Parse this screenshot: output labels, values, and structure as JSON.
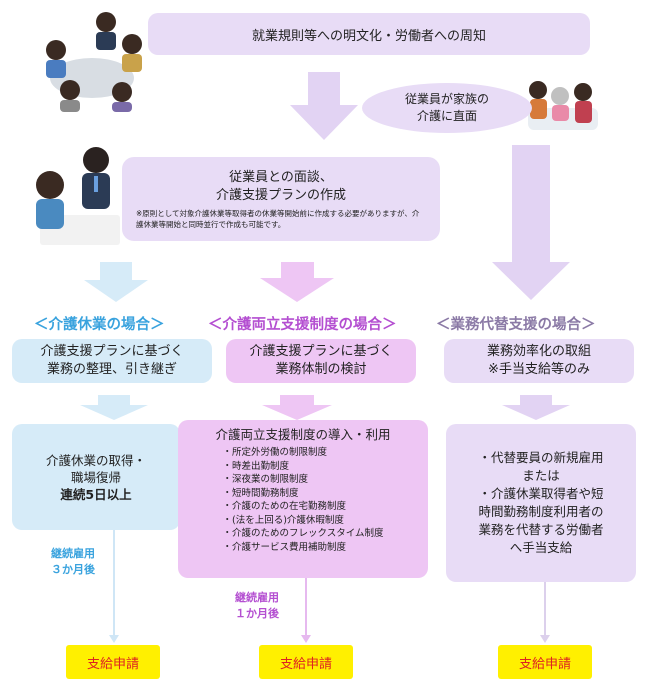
{
  "colors": {
    "lavender": "#e8dcf6",
    "light_blue": "#d6ebf8",
    "pink": "#eec6f4",
    "heading_blue": "#3aa3de",
    "heading_purple": "#b44fd1",
    "pay_yellow": "#fff000",
    "pay_text_red": "#dd2222"
  },
  "top_banner": {
    "text": "就業規則等への明文化・労働者への周知"
  },
  "trigger": {
    "line1": "従業員が家族の",
    "line2": "介護に直面"
  },
  "interview": {
    "line1": "従業員との面談、",
    "line2": "介護支援プランの作成",
    "note": "※原則として対象介護休業等取得者の休業等開始前に作成する必要がありますが、介護休業等開始と同時並行で作成も可能です。"
  },
  "columns": [
    {
      "heading": "＜介護休業の場合＞",
      "mid_line1": "介護支援プランに基づく",
      "mid_line2": "業務の整理、引き継ぎ",
      "bottom_line1": "介護休業の取得・",
      "bottom_line2": "職場復帰",
      "bottom_line3": "連続5日以上",
      "continue_line1": "継続雇用",
      "continue_line2": "３か月後",
      "pay": "支給申請"
    },
    {
      "heading": "＜介護両立支援制度の場合＞",
      "mid_line1": "介護支援プランに基づく",
      "mid_line2": "業務体制の検討",
      "bottom_title": "介護両立支援制度の導入・利用",
      "systems": [
        "・所定外労働の制限制度",
        "・時差出勤制度",
        "・深夜業の制限制度",
        "・短時間勤務制度",
        "・介護のための在宅勤務制度",
        "・(法を上回る)介護休暇制度",
        "・介護のためのフレックスタイム制度",
        "・介護サービス費用補助制度"
      ],
      "continue_line1": "継続雇用",
      "continue_line2": "１か月後",
      "pay": "支給申請"
    },
    {
      "heading": "＜業務代替支援の場合＞",
      "mid_line1": "業務効率化の取組",
      "mid_line2": "※手当支給等のみ",
      "bottom_lines": [
        "・代替要員の新規雇用",
        "または",
        "・介護休業取得者や短",
        "時間勤務制度利用者の",
        "業務を代替する労働者",
        "へ手当支給"
      ],
      "pay": "支給申請"
    }
  ]
}
